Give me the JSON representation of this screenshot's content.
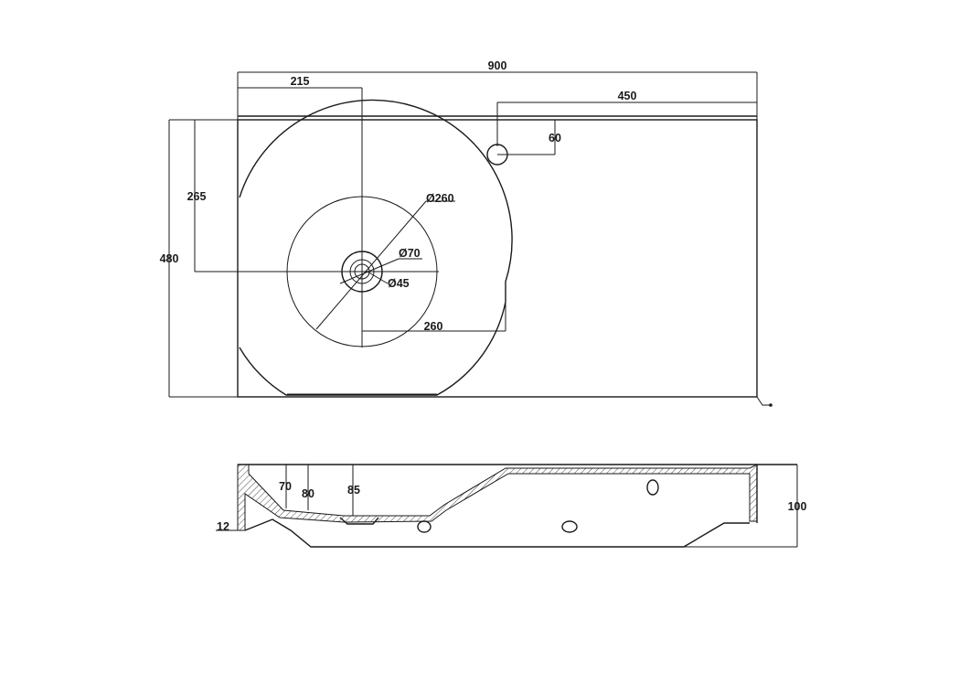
{
  "top_view": {
    "width": "900",
    "drain_offset": "215",
    "tap_offset": "450",
    "tap_setback": "60",
    "drain_setback": "265",
    "depth": "480",
    "basin_diameter": "Ø260",
    "drain_diameter_outer": "Ø70",
    "drain_diameter_inner": "Ø45",
    "basin_radius": "260"
  },
  "side_view": {
    "depth_70": "70",
    "depth_80": "80",
    "depth_85": "85",
    "height": "100",
    "wall_thickness": "12"
  }
}
